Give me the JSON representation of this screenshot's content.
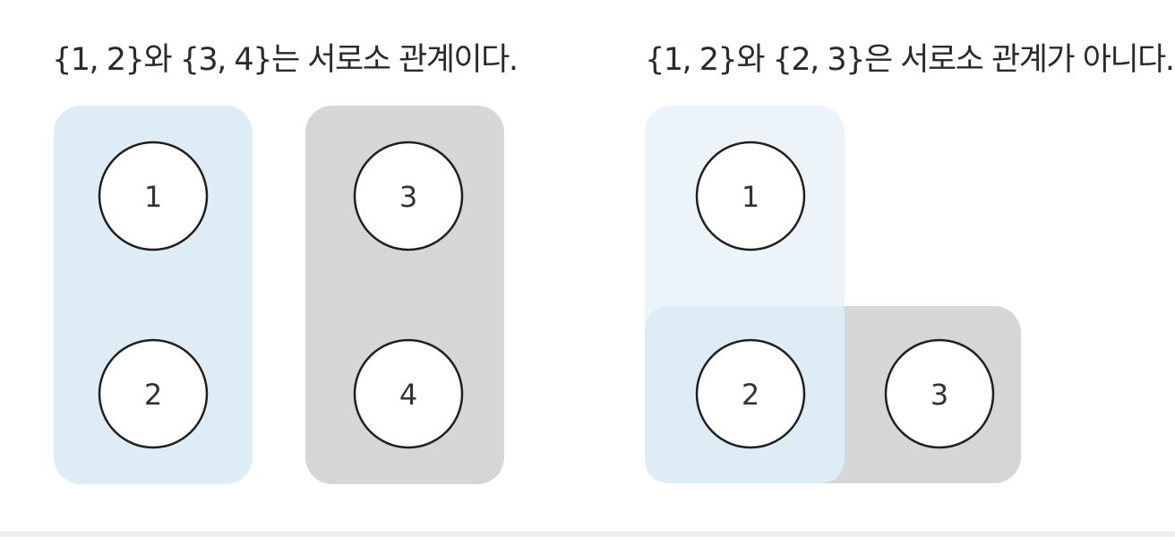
{
  "captions": {
    "disjoint": "{1, 2}와 {3, 4}는 서로소 관계이다.",
    "not_disjoint": "{1, 2}와 {2, 3}은 서로소 관계가 아니다."
  },
  "colors": {
    "set_blue": "#deecf5",
    "set_blue_faded": "#edf4f9",
    "set_gray": "#d6d6d8",
    "circle_fill": "#ffffff",
    "circle_stroke": "#1f1f1f"
  },
  "left_diagram": {
    "set_a": {
      "elements": [
        "1",
        "2"
      ]
    },
    "set_b": {
      "elements": [
        "3",
        "4"
      ]
    }
  },
  "right_diagram": {
    "set_a": {
      "elements": [
        "1",
        "2"
      ]
    },
    "set_b": {
      "elements": [
        "2",
        "3"
      ]
    },
    "nodes": [
      "1",
      "2",
      "3"
    ]
  }
}
